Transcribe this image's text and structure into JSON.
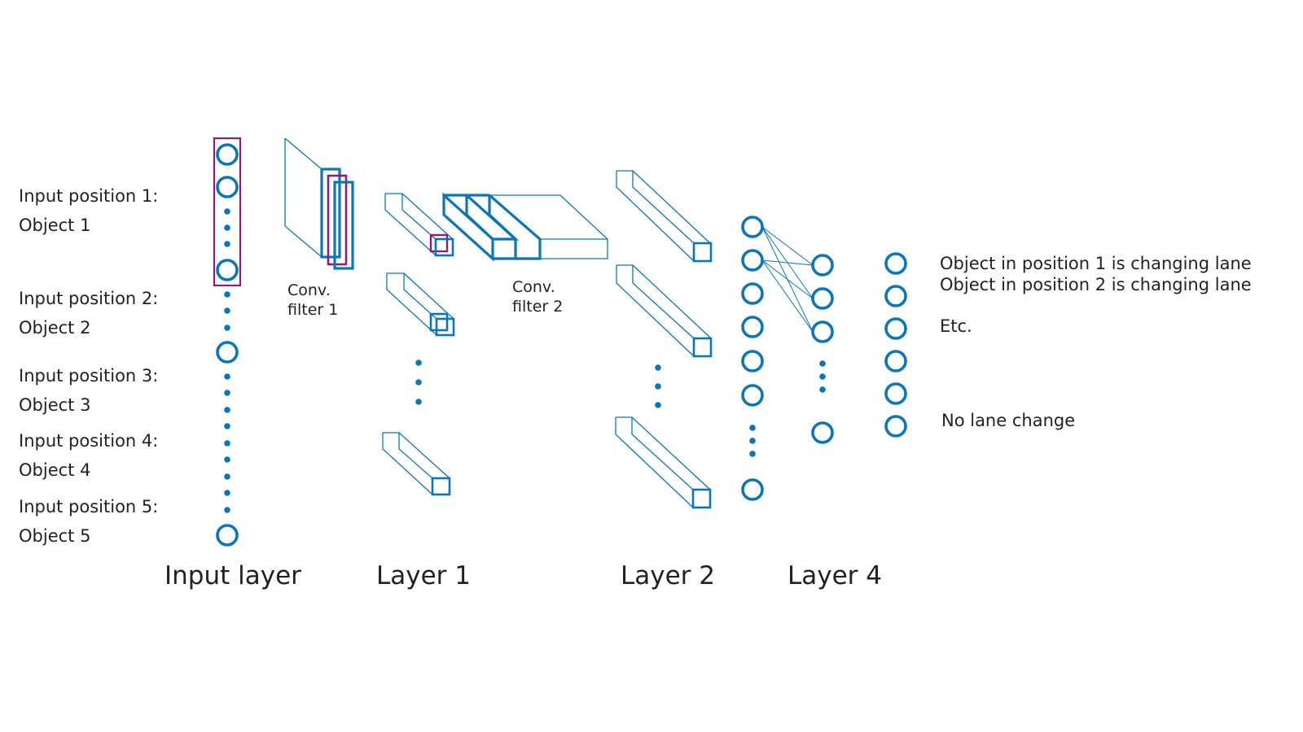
{
  "colors": {
    "accent": "#0a76b9",
    "highlight": "#8a1c7c",
    "text": "#222222",
    "background": "#ffffff"
  },
  "input_labels": [
    {
      "position": "Input position 1:",
      "object": "Object 1"
    },
    {
      "position": "Input position 2:",
      "object": "Object 2"
    },
    {
      "position": "Input position 3:",
      "object": "Object 3"
    },
    {
      "position": "Input position 4:",
      "object": "Object 4"
    },
    {
      "position": "Input position 5:",
      "object": "Object 5"
    }
  ],
  "filters": [
    {
      "line1": "Conv.",
      "line2": "filter 1"
    },
    {
      "line1": "Conv.",
      "line2": "filter 2"
    }
  ],
  "outputs": [
    "Object in position 1 is changing lane",
    "Object in position 2 is changing lane",
    "Etc.",
    "No lane change"
  ],
  "layer_titles": [
    "Input layer",
    "Layer 1",
    "Layer 2",
    "Layer 4"
  ]
}
